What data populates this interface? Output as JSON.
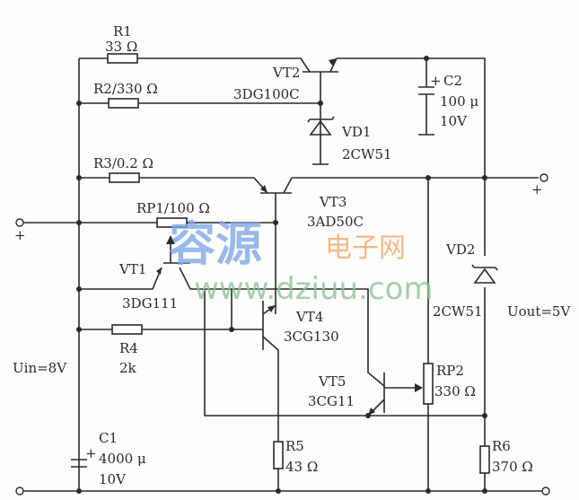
{
  "title": "5V regulated power supply circuit",
  "components": {
    "r1": {
      "name": "R1",
      "value": "33 Ω"
    },
    "r2": {
      "label": "R2/330 Ω"
    },
    "r3": {
      "label": "R3/0.2 Ω"
    },
    "rp1": {
      "label": "RP1/100 Ω"
    },
    "r4": {
      "name": "R4",
      "value": "2k"
    },
    "r5": {
      "name": "R5",
      "value": "43 Ω"
    },
    "r6": {
      "name": "R6",
      "value": "370 Ω"
    },
    "rp2": {
      "name": "RP2",
      "value": "330 Ω"
    },
    "c1": {
      "name": "C1",
      "value": "4000 μ",
      "voltage": "10V",
      "polarity": "+"
    },
    "c2": {
      "name": "C2",
      "value": "100 μ",
      "voltage": "10V",
      "polarity": "+"
    },
    "vt1": {
      "name": "VT1",
      "model": "3DG111"
    },
    "vt2": {
      "name": "VT2",
      "model": "3DG100C"
    },
    "vt3": {
      "name": "VT3",
      "model": "3AD50C"
    },
    "vt4": {
      "name": "VT4",
      "model": "3CG130"
    },
    "vt5": {
      "name": "VT5",
      "model": "3CG11"
    },
    "vd1": {
      "name": "VD1",
      "model": "2CW51"
    },
    "vd2": {
      "name": "VD2",
      "model": "2CW51"
    }
  },
  "terminals": {
    "uin": "Uin=8V",
    "uout": "Uout=5V",
    "plus": "+"
  },
  "watermark": {
    "cn_main": "容源",
    "cn_sub": "电子网",
    "url": "www.dziuu.com"
  }
}
